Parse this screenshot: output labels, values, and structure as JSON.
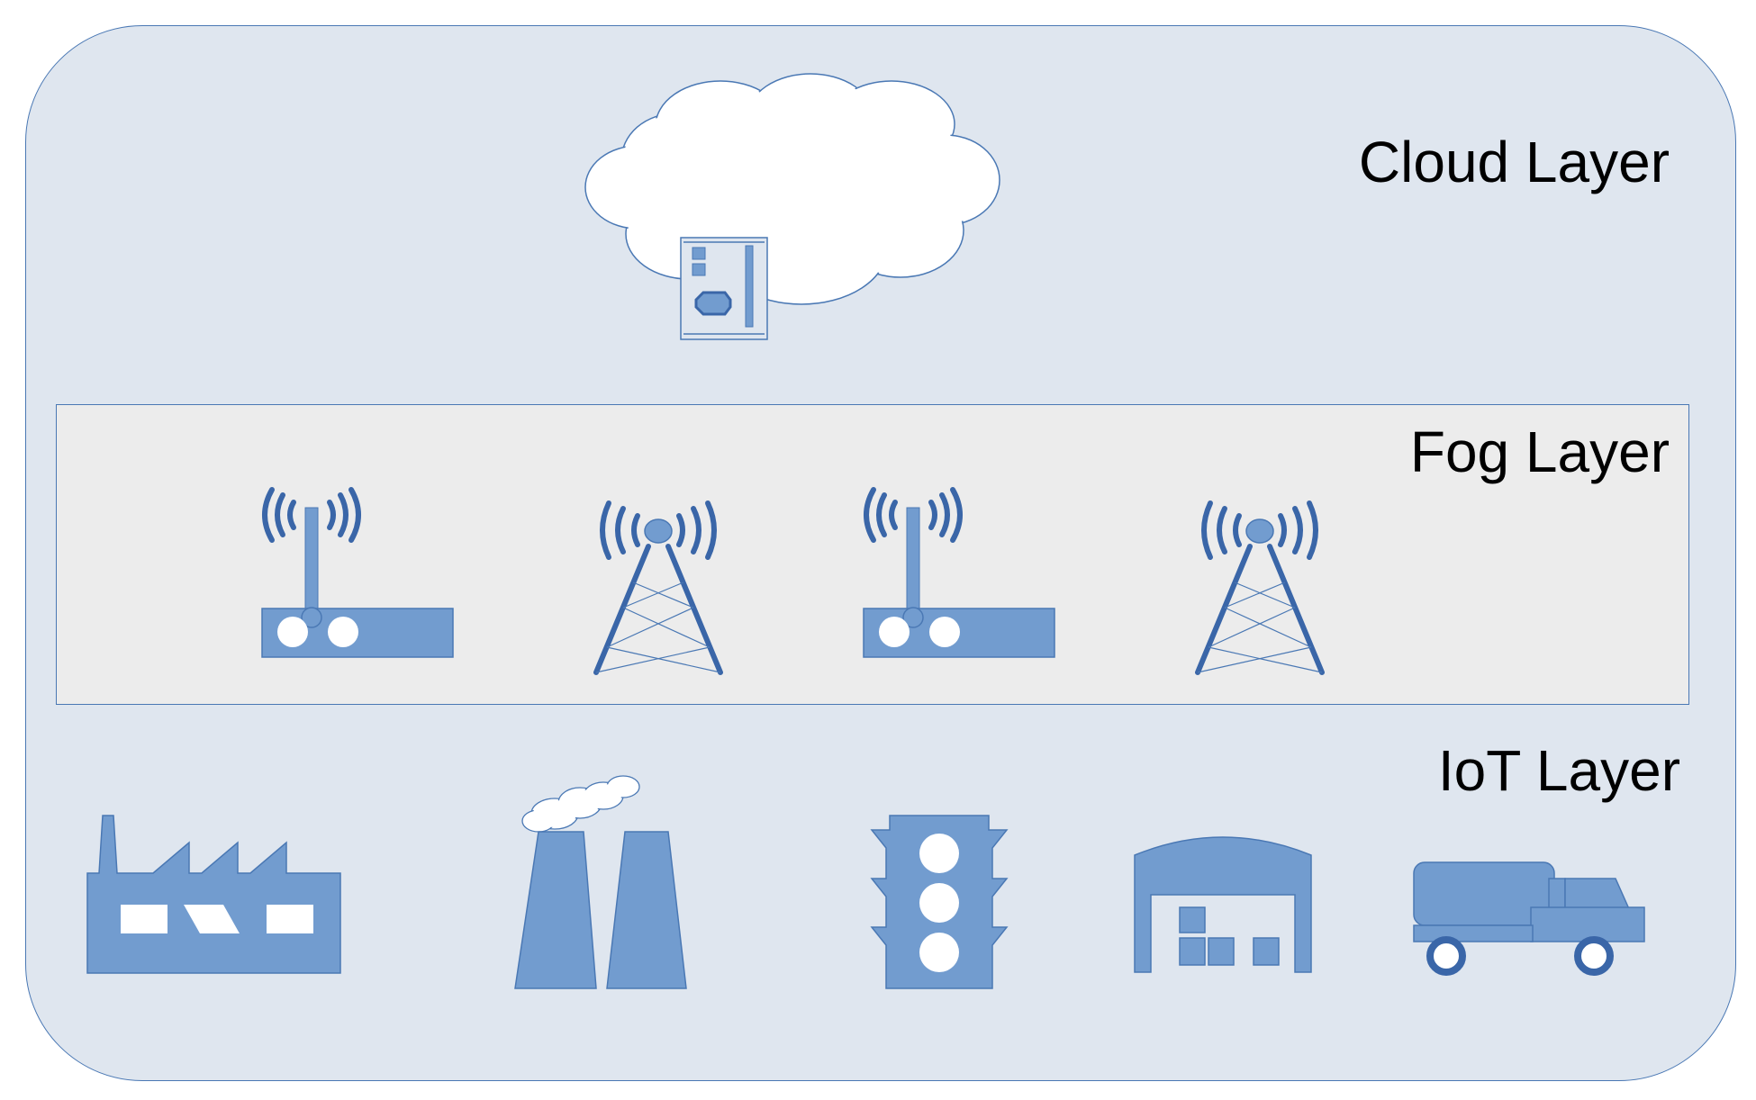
{
  "layers": {
    "cloud": {
      "label": "Cloud Layer"
    },
    "fog": {
      "label": "Fog Layer"
    },
    "iot": {
      "label": "IoT Layer"
    }
  },
  "icons": {
    "cloud": [
      "cloud-icon",
      "server-icon"
    ],
    "fog": [
      "router-icon",
      "cell-tower-icon",
      "router-icon",
      "cell-tower-icon"
    ],
    "iot": [
      "factory-icon",
      "cooling-tower-icon",
      "traffic-light-icon",
      "warehouse-icon",
      "truck-icon"
    ]
  },
  "colors": {
    "outer_fill": "#dfe6ef",
    "fog_fill": "#ececec",
    "border": "#4a78b4",
    "icon_fill": "#729ccf",
    "icon_stroke": "#3a66a8",
    "text": "#000000"
  }
}
